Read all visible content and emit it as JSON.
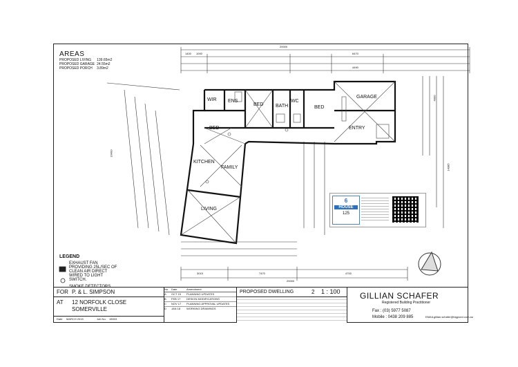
{
  "areas": {
    "title": "AREAS",
    "rows": [
      {
        "label": "PROPOSED LIVING",
        "value": "139.65m2"
      },
      {
        "label": "PROPOSED GARAGE",
        "value": "24.55m2"
      },
      {
        "label": "PROPOSED PORCH",
        "value": "3.89m2"
      }
    ]
  },
  "rooms": {
    "wir": "WIR",
    "ens": "ENS",
    "bed1": "BED",
    "bath": "BATH",
    "wc": "WC",
    "bed2": "BED",
    "garage": "GARAGE",
    "bed3": "BED",
    "entry": "ENTRY",
    "kitchen": "KITCHEN",
    "family": "FAMILY",
    "living": "LIVING"
  },
  "dimensions": {
    "overall_top": "20000",
    "overall_bottom": "20000",
    "top_left": "1400",
    "top_2": "1000",
    "top_right_1": "6470",
    "top_right_2": "4490",
    "side_right_1": "4000",
    "side_left_1": "16400",
    "side_right_2": "14385",
    "bottom_1": "3015",
    "bottom_2": "7470",
    "bottom_3": "4700"
  },
  "legend": {
    "title": "LEGEND",
    "items": [
      {
        "icon": "exhaust-fan-icon",
        "text": "EXHAUST FAN PROVIDING 25L/SEC OF CLEAN AIR DIRECT WIRED TO LIGHT SWITCH."
      },
      {
        "icon": "smoke-detector-icon",
        "text": "SMOKE DETECTORS"
      }
    ]
  },
  "title_block": {
    "for_label": "FOR",
    "for_value": "P. & L. SIMPSON",
    "at_label": "AT",
    "at_line1": "12 NORFOLK CLOSE",
    "at_line2": "SOMERVILLE",
    "date_label": "Date",
    "date_value": "MARCH 2015",
    "job_label": "Job No.",
    "job_value": "15003",
    "drawing_title": "PROPOSED DWELLING",
    "sheet_no": "2",
    "scale": "1 : 100",
    "firm": "GILLIAN SCHAFER",
    "firm_sub": "Registered Building Practitioner",
    "fax": "Fax : (03) 5977 5087",
    "mobile": "Mobile : 0438 209 885",
    "email_label": "EMAIL",
    "email": "gillian.schafer@bigpond.com.au",
    "revisions_header": {
      "no": "No.",
      "date": "Date",
      "amend": "Amendment"
    },
    "revisions": [
      {
        "no": "A",
        "date": "OCT 15",
        "text": "PLANNING UPDATES"
      },
      {
        "no": "B",
        "date": "FEB 17",
        "text": "DESIGN MODIFICATIONS"
      },
      {
        "no": "C",
        "date": "NOV 17",
        "text": "PLANNING APPROVAL UPDATES"
      },
      {
        "no": "D",
        "date": "JAN 18",
        "text": "WORKING DRAWINGS"
      }
    ]
  },
  "certificate": {
    "star": "6",
    "brand": "HOUSE",
    "score": "125"
  },
  "colors": {
    "line": "#222222",
    "accent": "#2a6fc1"
  }
}
